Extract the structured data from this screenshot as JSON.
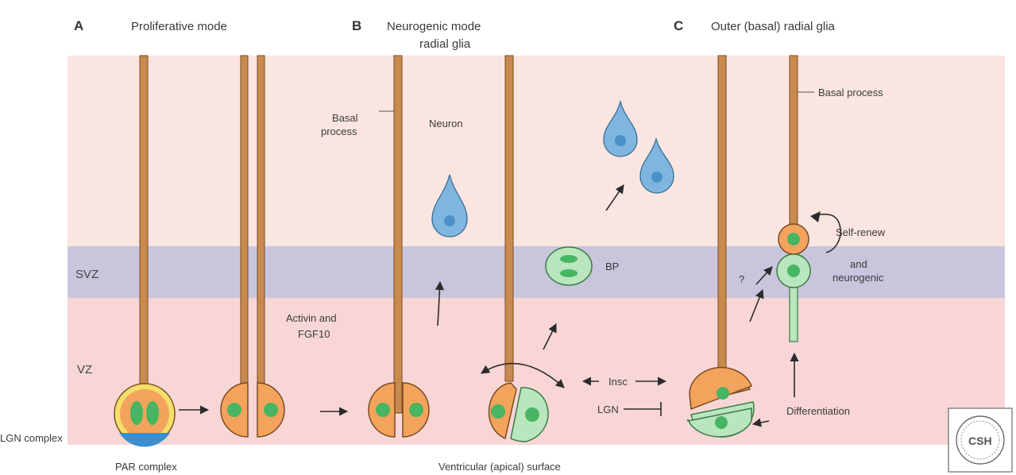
{
  "panels": {
    "a": {
      "letter": "A",
      "title": "Proliferative mode"
    },
    "b": {
      "letter": "B",
      "title_line1": "Neurogenic mode",
      "title_line2": "radial glia"
    },
    "c": {
      "letter": "C",
      "title": "Outer (basal) radial glia"
    }
  },
  "zones": {
    "svz": "SVZ",
    "vz": "VZ"
  },
  "labels": {
    "basal_process_b_1": "Basal",
    "basal_process_b_2": "process",
    "neuron": "Neuron",
    "activin_1": "Activin and",
    "activin_2": "FGF10",
    "bp": "BP",
    "insc": "Insc",
    "lgn": "LGN",
    "lgn_complex": "LGN complex",
    "par_complex": "PAR complex",
    "ventricular_surface": "Ventricular (apical) surface",
    "basal_process_c": "Basal process",
    "self_renew": "Self-renew",
    "and_neurogenic_1": "and",
    "and_neurogenic_2": "neurogenic",
    "question": "?",
    "differentiation": "Differentiation"
  },
  "logo_text": "CSH",
  "colors": {
    "upper_band": "#fbe5e0",
    "svz_band": "#c9c5dd",
    "vz_band": "#f8d6d6",
    "process": "#c98a4e",
    "cell_orange": "#f4a35c",
    "cell_green": "#9fdca6",
    "nucleus_green": "#47b561",
    "neuron_blue": "#7fb6e0",
    "lgn_yellow": "#f3e06a",
    "par_blue": "#3b8fd1"
  }
}
